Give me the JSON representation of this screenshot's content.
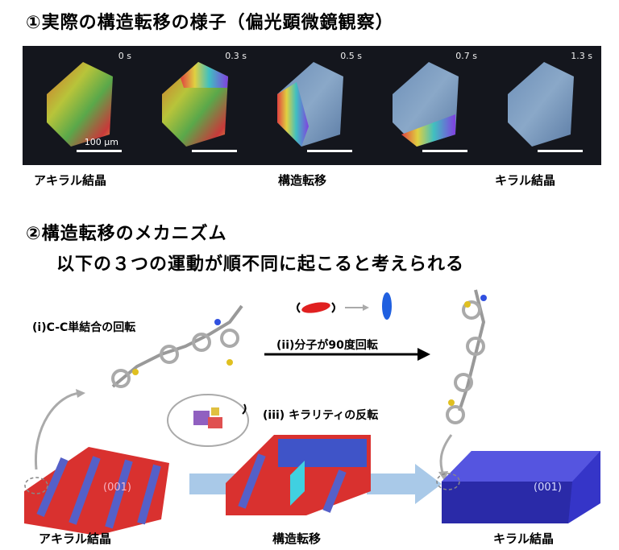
{
  "section1": {
    "title": "①実際の構造転移の様子（偏光顕微鏡観察）",
    "times": [
      "0 s",
      "0.3 s",
      "0.5 s",
      "0.7 s",
      "1.3 s"
    ],
    "scale_label": "100 μm",
    "labels": {
      "achiral": "アキラル結晶",
      "transition": "構造転移",
      "chiral": "キラル結晶"
    }
  },
  "section2": {
    "title": "②構造転移のメカニズム",
    "subtitle": "以下の３つの運動が順不同に起こると考えられる",
    "motions": {
      "i": "(i)C-C単結合の回転",
      "ii": "(ii)分子が90度回転",
      "iii": "(iii)  キラリティの反転"
    },
    "facet_left": "(001)",
    "facet_right": "(001)",
    "labels": {
      "achiral": "アキラル結晶",
      "transition": "構造転移",
      "chiral": "キラル結晶"
    }
  }
}
